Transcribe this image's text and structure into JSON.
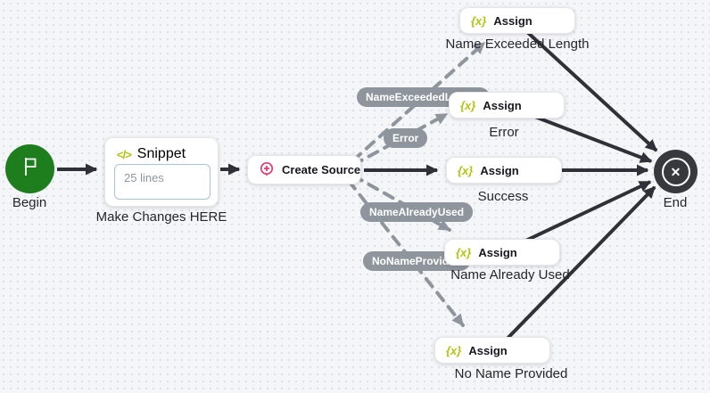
{
  "diagram": {
    "begin": {
      "label": "Begin"
    },
    "snippet": {
      "title": "Snippet",
      "body": "25 lines",
      "caption": "Make Changes HERE"
    },
    "create_source": {
      "title": "Create Source"
    },
    "assigns": {
      "name_exceeded": {
        "title": "Assign",
        "caption": "Name Exceeded Length"
      },
      "error": {
        "title": "Assign",
        "caption": "Error"
      },
      "success": {
        "title": "Assign",
        "caption": "Success"
      },
      "name_already_used": {
        "title": "Assign",
        "caption": "Name Already Used"
      },
      "no_name_provided": {
        "title": "Assign",
        "caption": "No Name Provided"
      }
    },
    "end": {
      "label": "End",
      "glyph": "✕"
    },
    "edge_labels": {
      "name_exceeded": "NameExceededLength",
      "error": "Error",
      "name_already_used": "NameAlreadyUsed",
      "no_name_provided": "NoNameProvided"
    },
    "icons": {
      "begin": "flag",
      "snippet_glyph": "</>",
      "assign_glyph": "{x}",
      "create_source": "pin-plus",
      "end": "x-circle"
    },
    "colors": {
      "begin_green": "#1e7e1e",
      "end_dark": "#38383f",
      "accent_yellow": "#b6c30e",
      "accent_pink": "#e23a70",
      "edge_dark": "#303039",
      "edge_gray": "#8e959c",
      "canvas_bg": "#f5f6f8"
    }
  }
}
